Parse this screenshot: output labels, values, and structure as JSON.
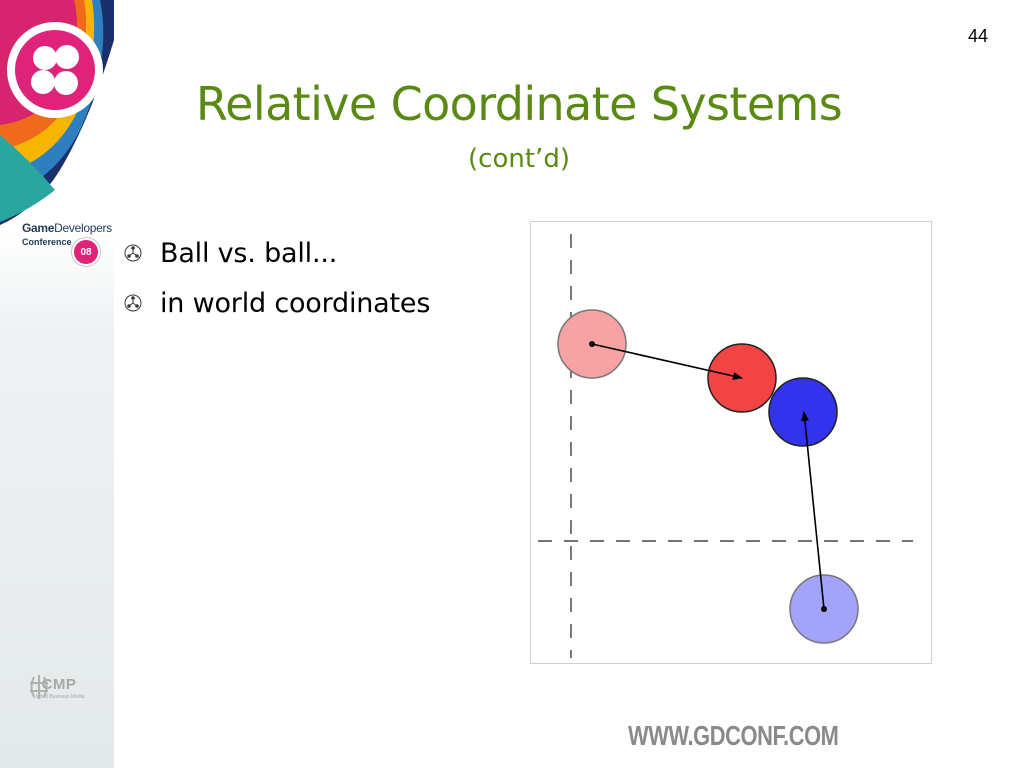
{
  "slide": {
    "page_number": "44",
    "title": "Relative Coordinate Systems",
    "subtitle": "(cont’d)",
    "bullets": [
      {
        "text": "Ball vs. ball...",
        "icon": "atom-bullet-icon"
      },
      {
        "text": "in world coordinates",
        "icon": "atom-bullet-icon"
      }
    ]
  },
  "branding": {
    "conference_name_game": "Game",
    "conference_name_developers": "Developers",
    "conference_name_conference": "Conference",
    "conference_year": "08",
    "publisher": "CMP",
    "publisher_tagline": "United Business Media",
    "website": "WWW.GDCONF.COM"
  },
  "colors": {
    "title_green": "#5a8a14",
    "ball_red": "#f24444",
    "ball_red_faded": "#f8a3a3",
    "ball_blue": "#3333ee",
    "ball_blue_faded": "#a3a3fa"
  },
  "diagram": {
    "description_icons": [
      "faded-red-ball",
      "red-ball",
      "blue-ball",
      "faded-blue-ball",
      "red-motion-arrow",
      "blue-motion-arrow",
      "vertical-dashed-axis",
      "horizontal-dashed-axis"
    ]
  }
}
